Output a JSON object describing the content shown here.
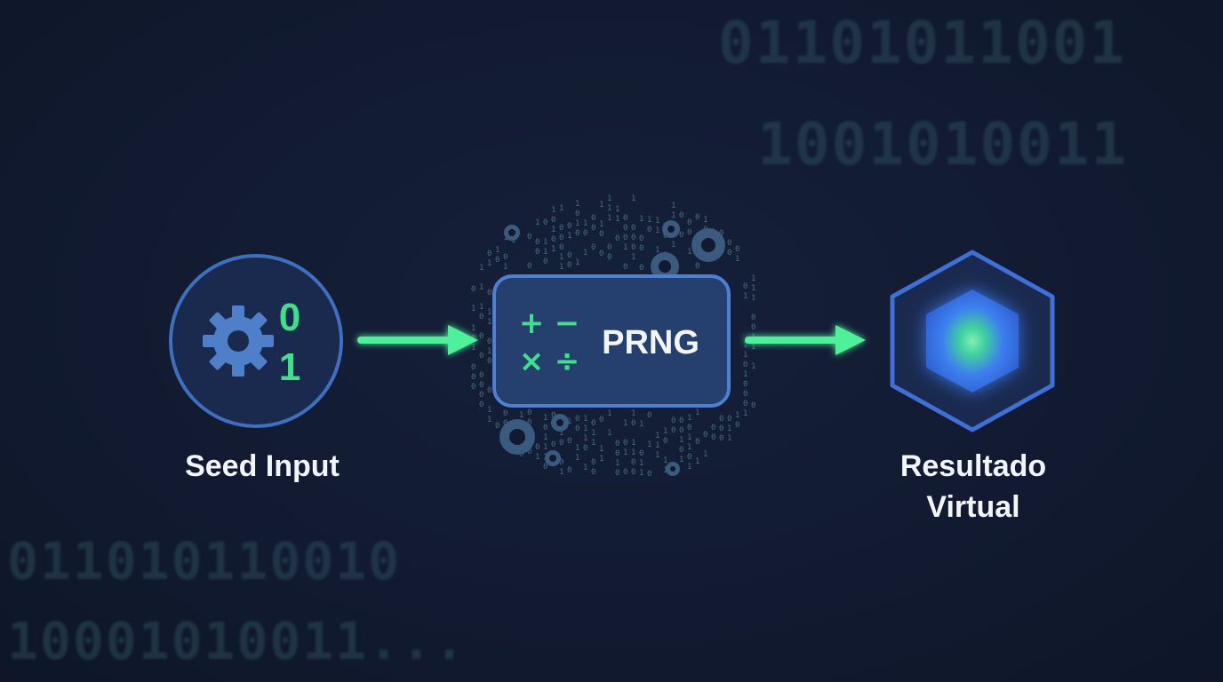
{
  "background_binary": {
    "top_line_1": "01101011001",
    "top_line_2": "1001010011",
    "bottom_line_1": "011010110010",
    "bottom_line_2": "10001010011..."
  },
  "nodes": {
    "seed": {
      "label": "Seed Input",
      "bit_top": "0",
      "bit_bottom": "1",
      "icon": "gear-icon"
    },
    "prng": {
      "label": "PRNG",
      "ops": [
        "+",
        "−",
        "×",
        "÷"
      ],
      "icon": "math-operations-icon"
    },
    "result": {
      "label_line_1": "Resultado",
      "label_line_2": "Virtual",
      "icon": "hexagon-icon"
    }
  },
  "colors": {
    "accent_green": "#3fe08a",
    "node_blue": "#3f6fc0",
    "core_blue": "#3d7ef0",
    "background": "#111a30"
  }
}
